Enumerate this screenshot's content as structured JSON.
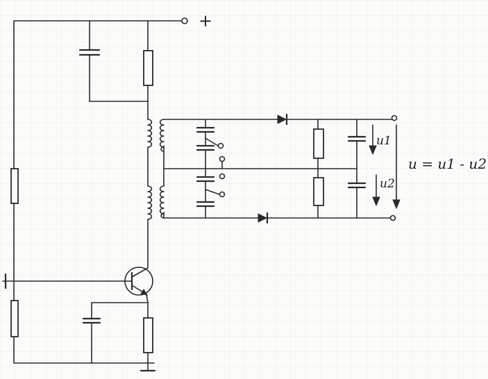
{
  "labels": {
    "plus_terminal": "+",
    "u1": "u1",
    "u2": "u2",
    "formula": "u = u1 - u2"
  },
  "icons": {
    "transistor": "npn-transistor-icon",
    "diode": "diode-icon",
    "resistor": "resistor-icon",
    "capacitor": "capacitor-icon",
    "inductor": "inductor-icon",
    "ground": "ground-icon",
    "arrow": "arrow-down-icon"
  },
  "colors": {
    "ink": "#2a2a2a",
    "paper": "#fbfbf9"
  }
}
